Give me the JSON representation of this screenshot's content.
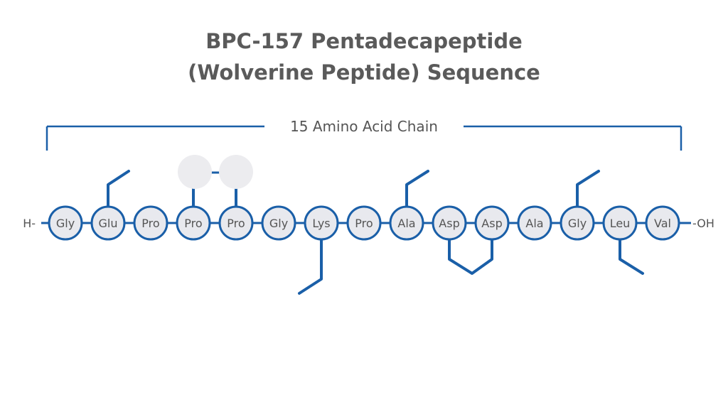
{
  "title": {
    "line1": "BPC-157 Pentadecapeptide",
    "line2": "(Wolverine Peptide) Sequence"
  },
  "chain_label": "15 Amino Acid Chain",
  "n_terminus": "H-",
  "c_terminus": "-OH",
  "residues": [
    "Gly",
    "Glu",
    "Pro",
    "Pro",
    "Pro",
    "Gly",
    "Lys",
    "Pro",
    "Ala",
    "Asp",
    "Asp",
    "Ala",
    "Gly",
    "Leu",
    "Val"
  ],
  "colors": {
    "bond": "#1a5fa8",
    "residue_fill": "#e8e9ee",
    "label_text": "#555555",
    "title_text": "#5a5a5a",
    "ring_fill": "#ececef"
  }
}
